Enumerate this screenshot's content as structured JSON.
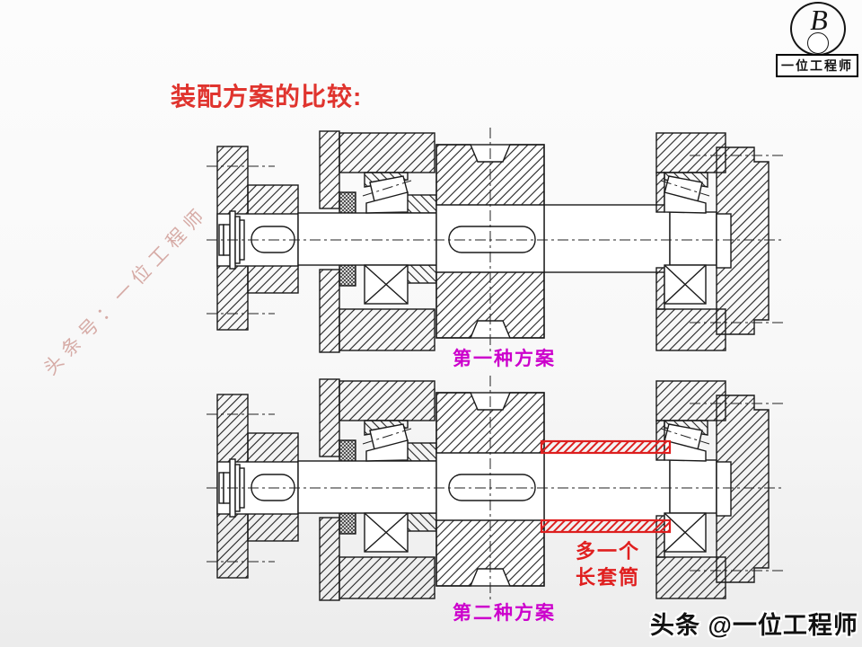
{
  "slide": {
    "title": "装配方案的比较:",
    "captions": {
      "first": "第一种方案",
      "second": "第二种方案"
    },
    "annotation": {
      "line1": "多一个",
      "line2": "长套筒"
    },
    "watermarks": {
      "diagonal": "头条号：一位工程师",
      "footer": "头条 @一位工程师"
    },
    "logo": {
      "monogram": "B",
      "caption": "一位工程师"
    },
    "colors": {
      "title": "#e0342e",
      "caption": "#cc00cc",
      "annotation": "#e01f1f",
      "sleeve": "#dd1f1f",
      "line": "#1a1a1a"
    }
  }
}
